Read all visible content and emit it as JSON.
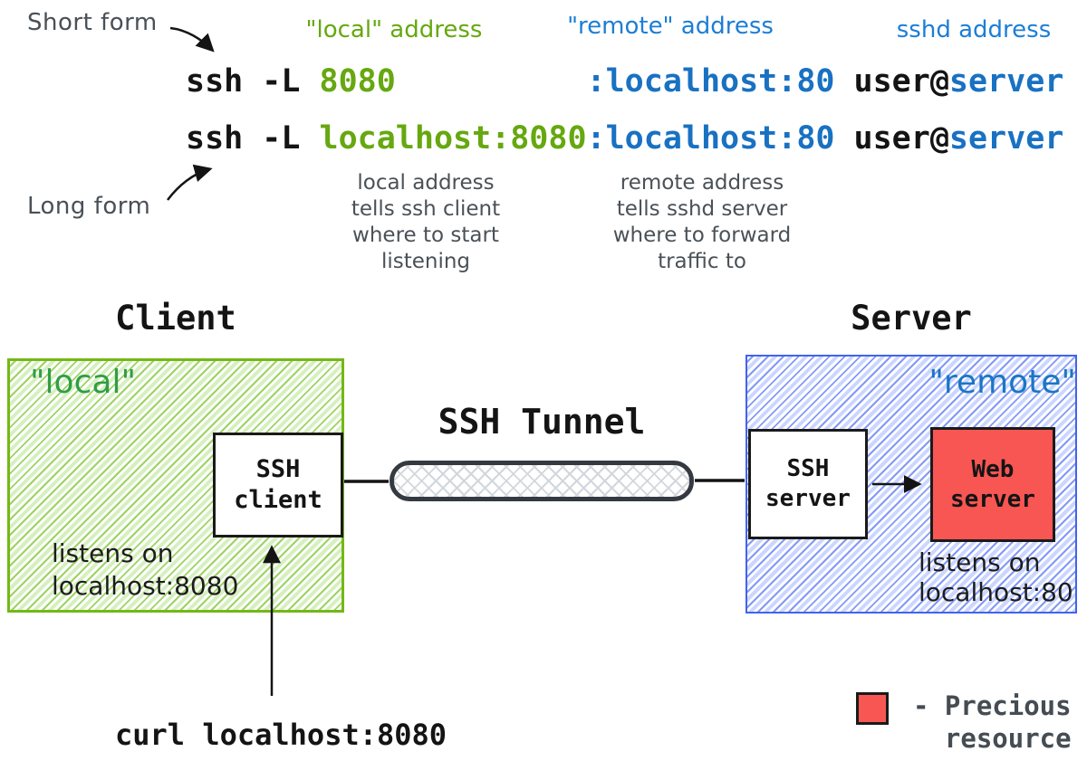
{
  "colors": {
    "command_green": "#66a80f",
    "command_blue": "#1971c2",
    "label_blue": "#1c7ed6",
    "hand_gray": "#495057",
    "zone_green_border": "#74b816",
    "zone_green_label": "#2f9e44",
    "zone_blue_border": "#4263eb",
    "zone_blue_label": "#1a76c4",
    "precious_red": "#f85653",
    "tunnel_border": "#343a40",
    "ink_black": "#141414"
  },
  "header": {
    "short_form_label": "Short form",
    "long_form_label": "Long form",
    "column_labels": {
      "local": "\"local\" address",
      "remote": "\"remote\" address",
      "sshd": "sshd address"
    },
    "commands": {
      "short": {
        "prefix": "ssh -L ",
        "local_part": "8080",
        "gap": "          ",
        "remote_part": ":localhost:80",
        "user_part": " user@",
        "host_part": "server"
      },
      "long": {
        "prefix": "ssh -L ",
        "local_part": "localhost:8080",
        "remote_part": ":localhost:80",
        "user_part": " user@",
        "host_part": "server"
      }
    },
    "annotations": {
      "local": "local address\ntells ssh client\nwhere to start\nlistening",
      "remote": "remote address\ntells sshd server\nwhere to forward\ntraffic to"
    }
  },
  "diagram": {
    "client": {
      "title": "Client",
      "zone_label": "\"local\"",
      "ssh_client_label": "SSH\nclient",
      "note": "listens on\nlocalhost:8080"
    },
    "tunnel": {
      "label": "SSH Tunnel"
    },
    "server": {
      "title": "Server",
      "zone_label": "\"remote\"",
      "ssh_server_label": "SSH\nserver",
      "web_server_label": "Web\nserver",
      "note": "listens on\nlocalhost:80"
    },
    "curl_command": "curl localhost:8080",
    "legend": {
      "label": "- Precious\n  resource"
    }
  }
}
